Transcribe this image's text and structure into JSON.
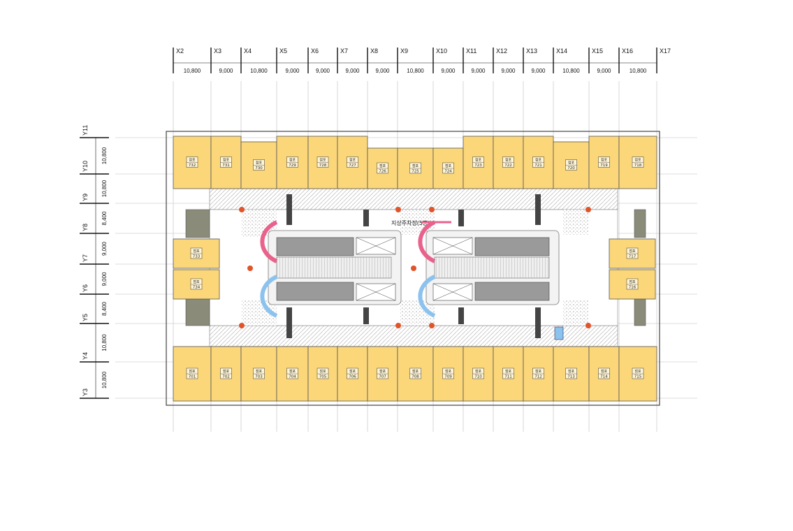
{
  "plan": {
    "core_label": "지상주차장(5층)",
    "unit_caption": "점포"
  },
  "grid_x": {
    "labels": [
      "X2",
      "X3",
      "X4",
      "X5",
      "X6",
      "X7",
      "X8",
      "X9",
      "X10",
      "X11",
      "X12",
      "X13",
      "X14",
      "X15",
      "X16",
      "X17"
    ],
    "spans": [
      "10,800",
      "9,000",
      "10,800",
      "9,000",
      "9,000",
      "9,000",
      "9,000",
      "10,800",
      "9,000",
      "9,000",
      "9,000",
      "9,000",
      "10,800",
      "9,000",
      "10,800"
    ]
  },
  "grid_y": {
    "labels": [
      "Y11",
      "Y10",
      "Y9",
      "Y8",
      "Y7",
      "Y6",
      "Y5",
      "Y4",
      "Y3"
    ],
    "spans": [
      "10,800",
      "10,800",
      "8,400",
      "9,000",
      "9,000",
      "8,400",
      "10,800",
      "10,800"
    ]
  },
  "units": {
    "top": [
      "732",
      "731",
      "730",
      "729",
      "728",
      "727",
      "726",
      "725",
      "724",
      "723",
      "722",
      "721",
      "720",
      "719",
      "718"
    ],
    "bottom": [
      "701",
      "702",
      "703",
      "704",
      "705",
      "706",
      "707",
      "708",
      "709",
      "710",
      "711",
      "712",
      "713",
      "714",
      "715"
    ],
    "left": [
      "733",
      "734"
    ],
    "right": [
      "717",
      "716"
    ]
  },
  "colors": {
    "unit_fill": "#fbd77a",
    "unit_stroke": "#555555",
    "hatch": "#d4d4d4",
    "ramp_red": "#e9628c",
    "ramp_blue": "#8cc2ee",
    "marker": "#e0542a",
    "core": "#9a9a9a"
  }
}
